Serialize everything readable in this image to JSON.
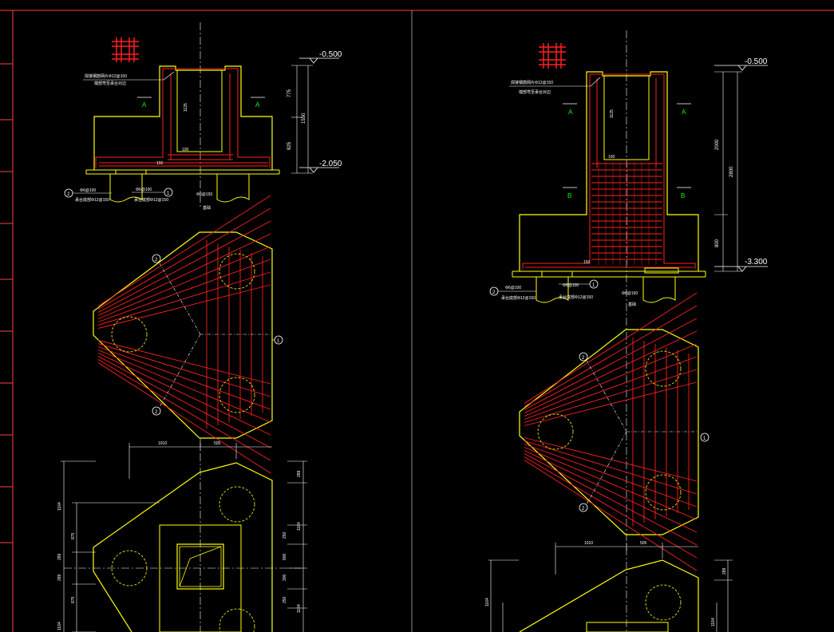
{
  "colors": {
    "background": "#000000",
    "outline": "#ffff00",
    "rebar": "#ff0000",
    "grid": "#ffffff",
    "dim": "#ffffff",
    "label_green": "#00ff00",
    "border": "#ff4040"
  },
  "left": {
    "elev_top": "-0.500",
    "elev_bottom": "-2.050",
    "note1": "焊接钢筋网片Φ12@150",
    "note2": "端部弯至承台对边",
    "sec_a": "A",
    "dim_vert": [
      "775",
      "1550",
      "825"
    ],
    "dim_inner": "1125",
    "dim_small": [
      "100",
      "150"
    ],
    "rebar_note1": "Φ6@100",
    "rebar_note2": "承台底部Φ12@150",
    "rebar_note3": "Φ8@150",
    "rebar_note4": "基础",
    "circle1": "1",
    "circle2": "2",
    "plan_dim_h": [
      "1010",
      "505"
    ],
    "plan_dim_right": [
      "289",
      "250",
      "800",
      "300",
      "250",
      "1164"
    ],
    "plan_dim_left": [
      "1164",
      "875",
      "289",
      "289",
      "875",
      "1164"
    ]
  },
  "right": {
    "elev_top": "-0.500",
    "elev_bottom": "-3.300",
    "note1": "焊接钢筋网片Φ12@150",
    "note2": "端部弯至承台对边",
    "sec_a": "A",
    "sec_b": "B",
    "dim_vert": [
      "2000",
      "2800",
      "800"
    ],
    "dim_inner": "1125",
    "dim_small": [
      "100",
      "150"
    ],
    "rebar_note1": "Φ6@100",
    "rebar_note2": "承台底部Φ12@150",
    "rebar_note3": "Φ8@150",
    "rebar_note4": "基础",
    "circle1": "1",
    "circle2": "2",
    "plan_dim_h": [
      "1010",
      "505"
    ],
    "plan_dim_right": [
      "289",
      "1164"
    ],
    "plan_dim_left": [
      "1164"
    ]
  }
}
